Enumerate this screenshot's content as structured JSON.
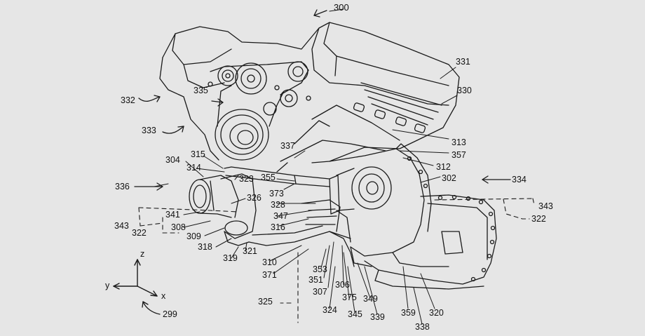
{
  "figure_number": "300",
  "reference_numerals": {
    "n331": "331",
    "n330": "330",
    "n332": "332",
    "n335": "335",
    "n333": "333",
    "n337": "337",
    "n313": "313",
    "n357": "357",
    "n312": "312",
    "n302": "302",
    "n334": "334",
    "n304": "304",
    "n315": "315",
    "n314": "314",
    "n323": "323",
    "n355": "355",
    "n336": "336",
    "n373": "373",
    "n326": "326",
    "n328": "328",
    "n347": "347",
    "n316": "316",
    "n341": "341",
    "n343_left": "343",
    "n343_right": "343",
    "n322_left": "322",
    "n322_right": "322",
    "n308": "308",
    "n309": "309",
    "n318": "318",
    "n319": "319",
    "n321": "321",
    "n310": "310",
    "n371": "371",
    "n353": "353",
    "n351": "351",
    "n307": "307",
    "n306": "306",
    "n375": "375",
    "n349": "349",
    "n325": "325",
    "n324": "324",
    "n345": "345",
    "n339": "339",
    "n359": "359",
    "n320": "320",
    "n338": "338",
    "n299": "299"
  },
  "axes": {
    "z": "z",
    "y": "y",
    "x": "x"
  }
}
